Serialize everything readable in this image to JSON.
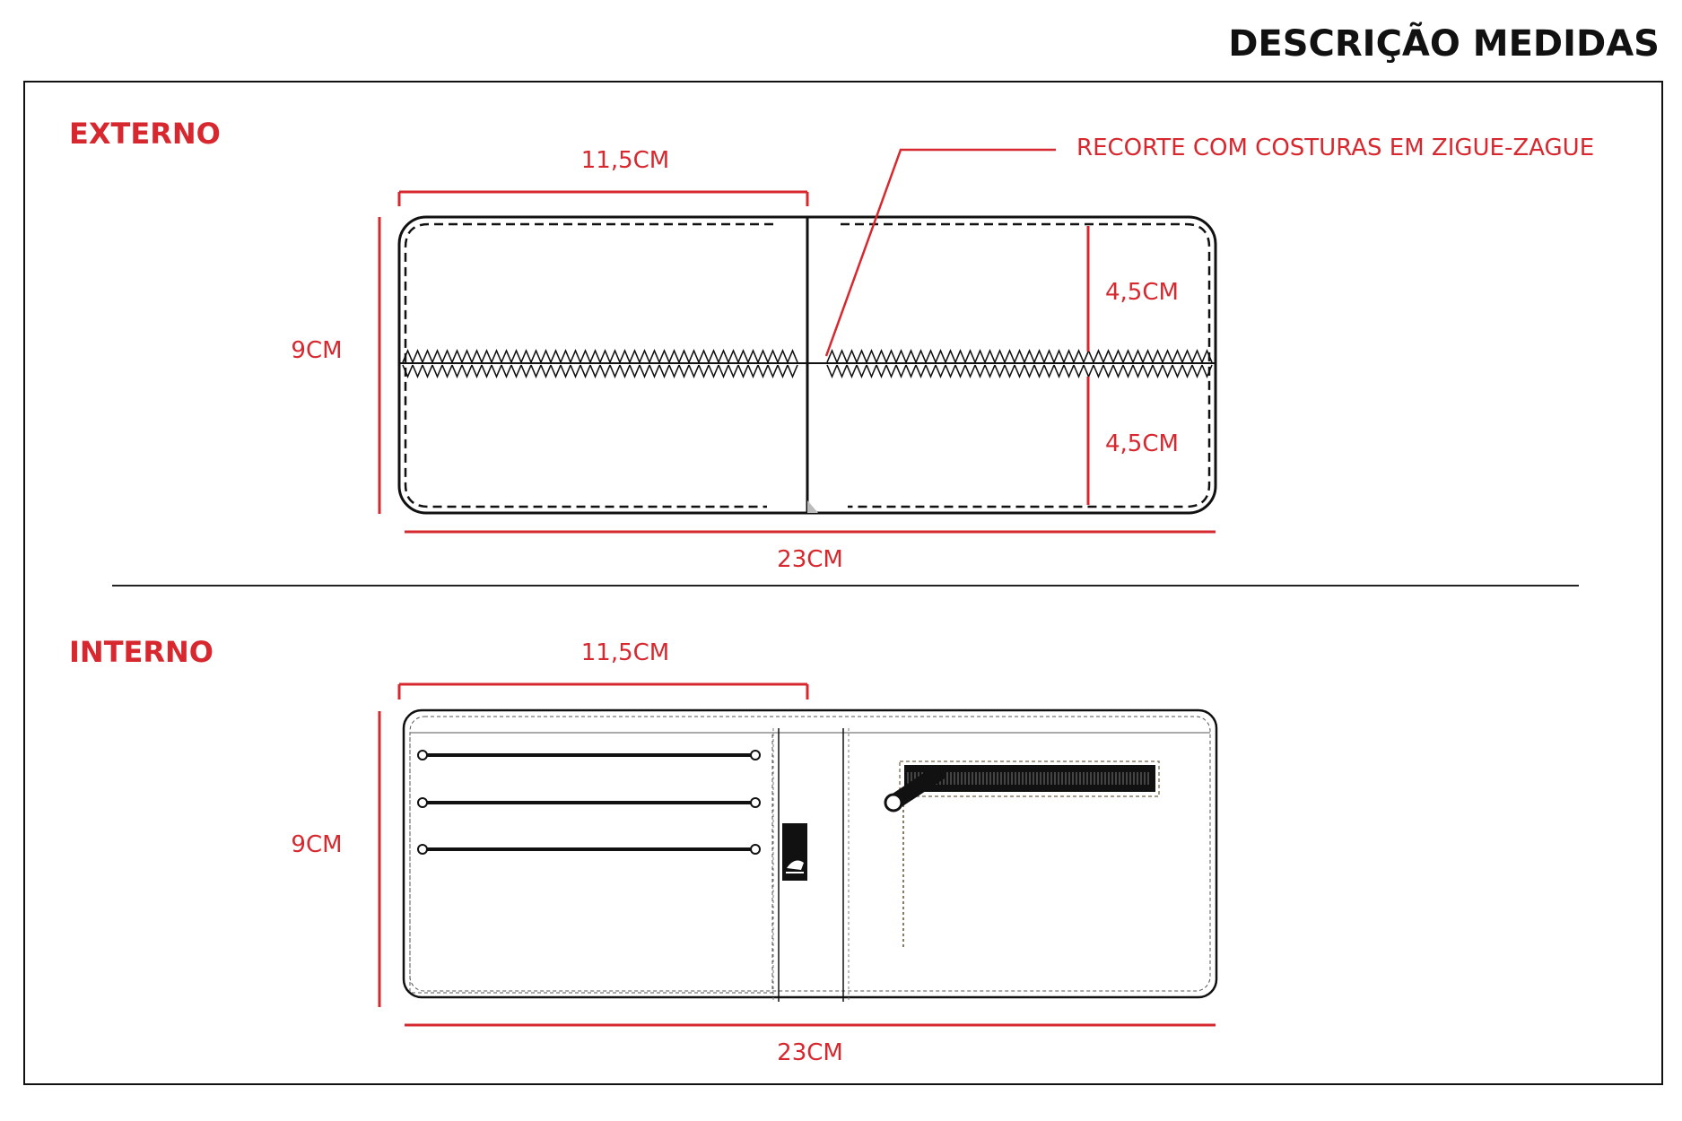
{
  "page_title": "DESCRIÇÃO MEDIDAS",
  "colors": {
    "accent": "#d6282e",
    "ink": "#111111",
    "stitch": "#8a7a66"
  },
  "externo": {
    "label": "EXTERNO",
    "half_width": "11,5CM",
    "height": "9CM",
    "upper_half": "4,5CM",
    "lower_half": "4,5CM",
    "width": "23CM",
    "callout": "RECORTE COM COSTURAS EM ZIGUE-ZAGUE"
  },
  "interno": {
    "label": "INTERNO",
    "half_width": "11,5CM",
    "height": "9CM",
    "width": "23CM"
  },
  "icons": [
    "zigzag-stitch-icon",
    "zipper-icon",
    "zipper-pull-icon",
    "brand-logo-tag-icon",
    "card-slot-icon"
  ]
}
